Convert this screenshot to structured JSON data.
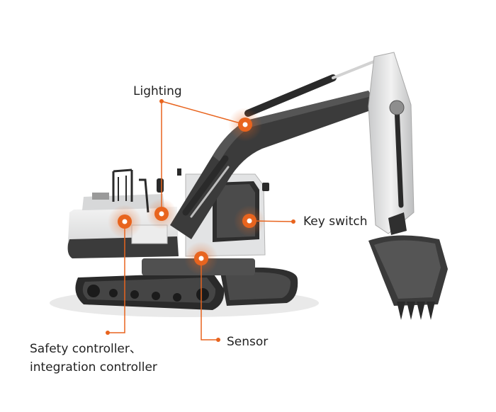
{
  "labels": {
    "lighting": "Lighting",
    "key_switch": "Key switch",
    "sensor": "Sensor",
    "safety_line1": "Safety controller、",
    "safety_line2": "integration controller"
  },
  "colors": {
    "accent": "#e8641e",
    "leader": "#e8641e",
    "body_white": "#e6e7e8",
    "body_dark": "#3b3b3b",
    "track": "#2a2a2a"
  },
  "icons": {
    "hotspot": "marker-dot-icon",
    "excavator": "excavator-illustration"
  }
}
